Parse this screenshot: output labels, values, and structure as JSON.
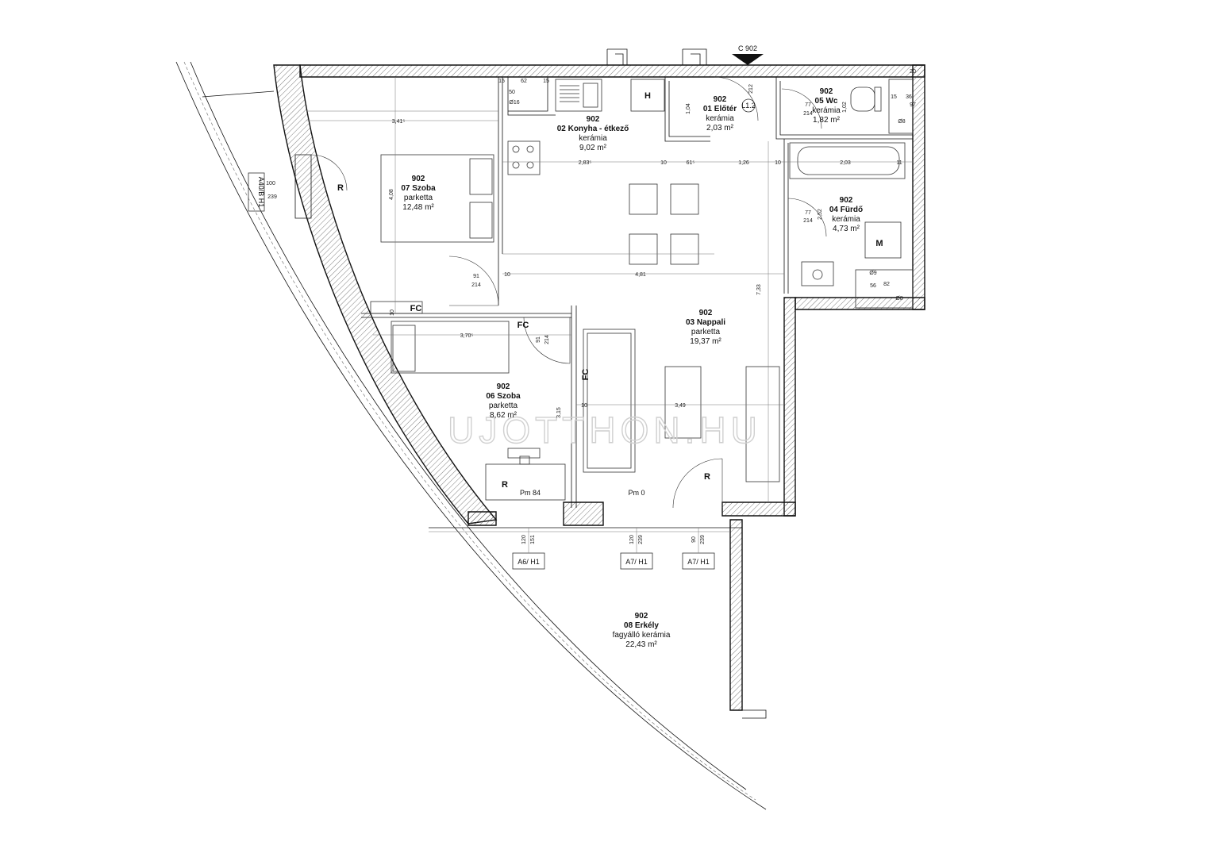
{
  "section_mark": "C 902",
  "watermark": "UJOTTHON.HU",
  "rooms": [
    {
      "code": "902",
      "name": "01 Előtér",
      "floor": "kerámia",
      "area": "2,03 m²"
    },
    {
      "code": "902",
      "name": "02 Konyha - étkező",
      "floor": "kerámia",
      "area": "9,02 m²"
    },
    {
      "code": "902",
      "name": "03 Nappali",
      "floor": "parketta",
      "area": "19,37 m²"
    },
    {
      "code": "902",
      "name": "04 Fürdő",
      "floor": "kerámia",
      "area": "4,73 m²"
    },
    {
      "code": "902",
      "name": "05 Wc",
      "floor": "kerámia",
      "area": "1,82 m²"
    },
    {
      "code": "902",
      "name": "06 Szoba",
      "floor": "parketta",
      "area": "8,62 m²"
    },
    {
      "code": "902",
      "name": "07 Szoba",
      "floor": "parketta",
      "area": "12,48 m²"
    },
    {
      "code": "902",
      "name": "08 Erkély",
      "floor": "fagyálló kerámia",
      "area": "22,43 m²"
    }
  ],
  "symbols": {
    "h": "H",
    "m": "M",
    "fc": "FC",
    "r": "R",
    "l12": "L1.2"
  },
  "window_tags": [
    "A40/B H1",
    "A6/ H1",
    "A7/ H1",
    "A7/ H1"
  ],
  "levels": [
    "Pm 84",
    "Pm 0"
  ],
  "dimensions": {
    "d341": "3,41⁵",
    "d283": "2,83⁵",
    "d10": "10",
    "d61": "61⁵",
    "d126": "1,26",
    "d203": "2,03",
    "d11": "11",
    "d481": "4,81",
    "d733": "7,33",
    "d370": "3,70⁵",
    "d349": "3,49",
    "d408": "4,08",
    "d315": "3,15",
    "d104": "1,04",
    "d102": "1,02",
    "d15": "15",
    "d62": "62",
    "d16": "Ø16",
    "d50": "50",
    "d36": "36",
    "d97": "97",
    "d8": "Ø8",
    "d9": "Ø9",
    "d56": "56",
    "d82": "82",
    "d20": "20",
    "d252": "2,52",
    "d91": "91",
    "d214": "214",
    "d77": "77",
    "d100": "100",
    "d239": "239",
    "d120": "120",
    "d151": "151",
    "d90": "90",
    "d212": "212"
  }
}
